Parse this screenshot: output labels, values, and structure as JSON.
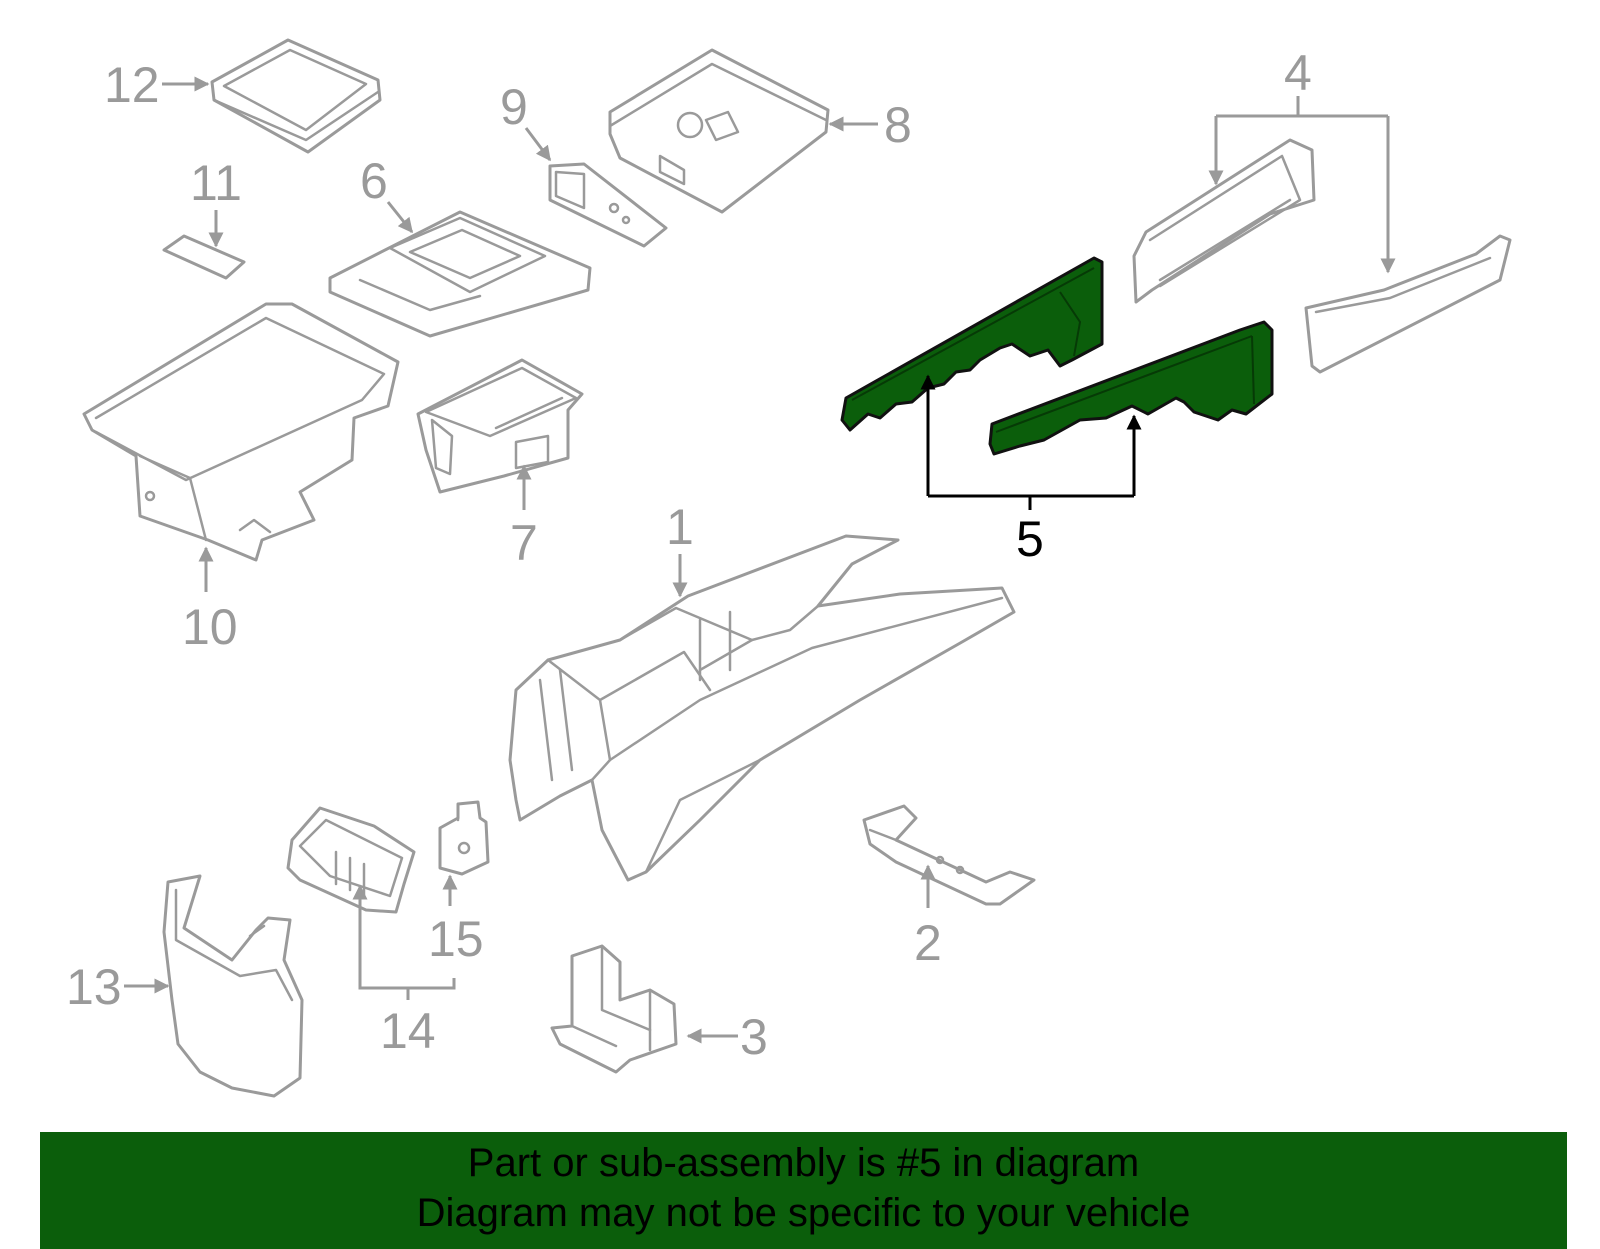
{
  "diagram": {
    "highlight_color": "#0b5e0b",
    "line_color": "#9a9a9a",
    "callouts": [
      {
        "id": "c1",
        "label": "1"
      },
      {
        "id": "c2",
        "label": "2"
      },
      {
        "id": "c3",
        "label": "3"
      },
      {
        "id": "c4",
        "label": "4"
      },
      {
        "id": "c5",
        "label": "5",
        "highlighted": true
      },
      {
        "id": "c6",
        "label": "6"
      },
      {
        "id": "c7",
        "label": "7"
      },
      {
        "id": "c8",
        "label": "8"
      },
      {
        "id": "c9",
        "label": "9"
      },
      {
        "id": "c10",
        "label": "10"
      },
      {
        "id": "c11",
        "label": "11"
      },
      {
        "id": "c12",
        "label": "12"
      },
      {
        "id": "c13",
        "label": "13"
      },
      {
        "id": "c14",
        "label": "14"
      },
      {
        "id": "c15",
        "label": "15"
      }
    ]
  },
  "banner": {
    "line1": "Part or sub-assembly is #5 in diagram",
    "line2": "Diagram may not be specific to your vehicle"
  }
}
